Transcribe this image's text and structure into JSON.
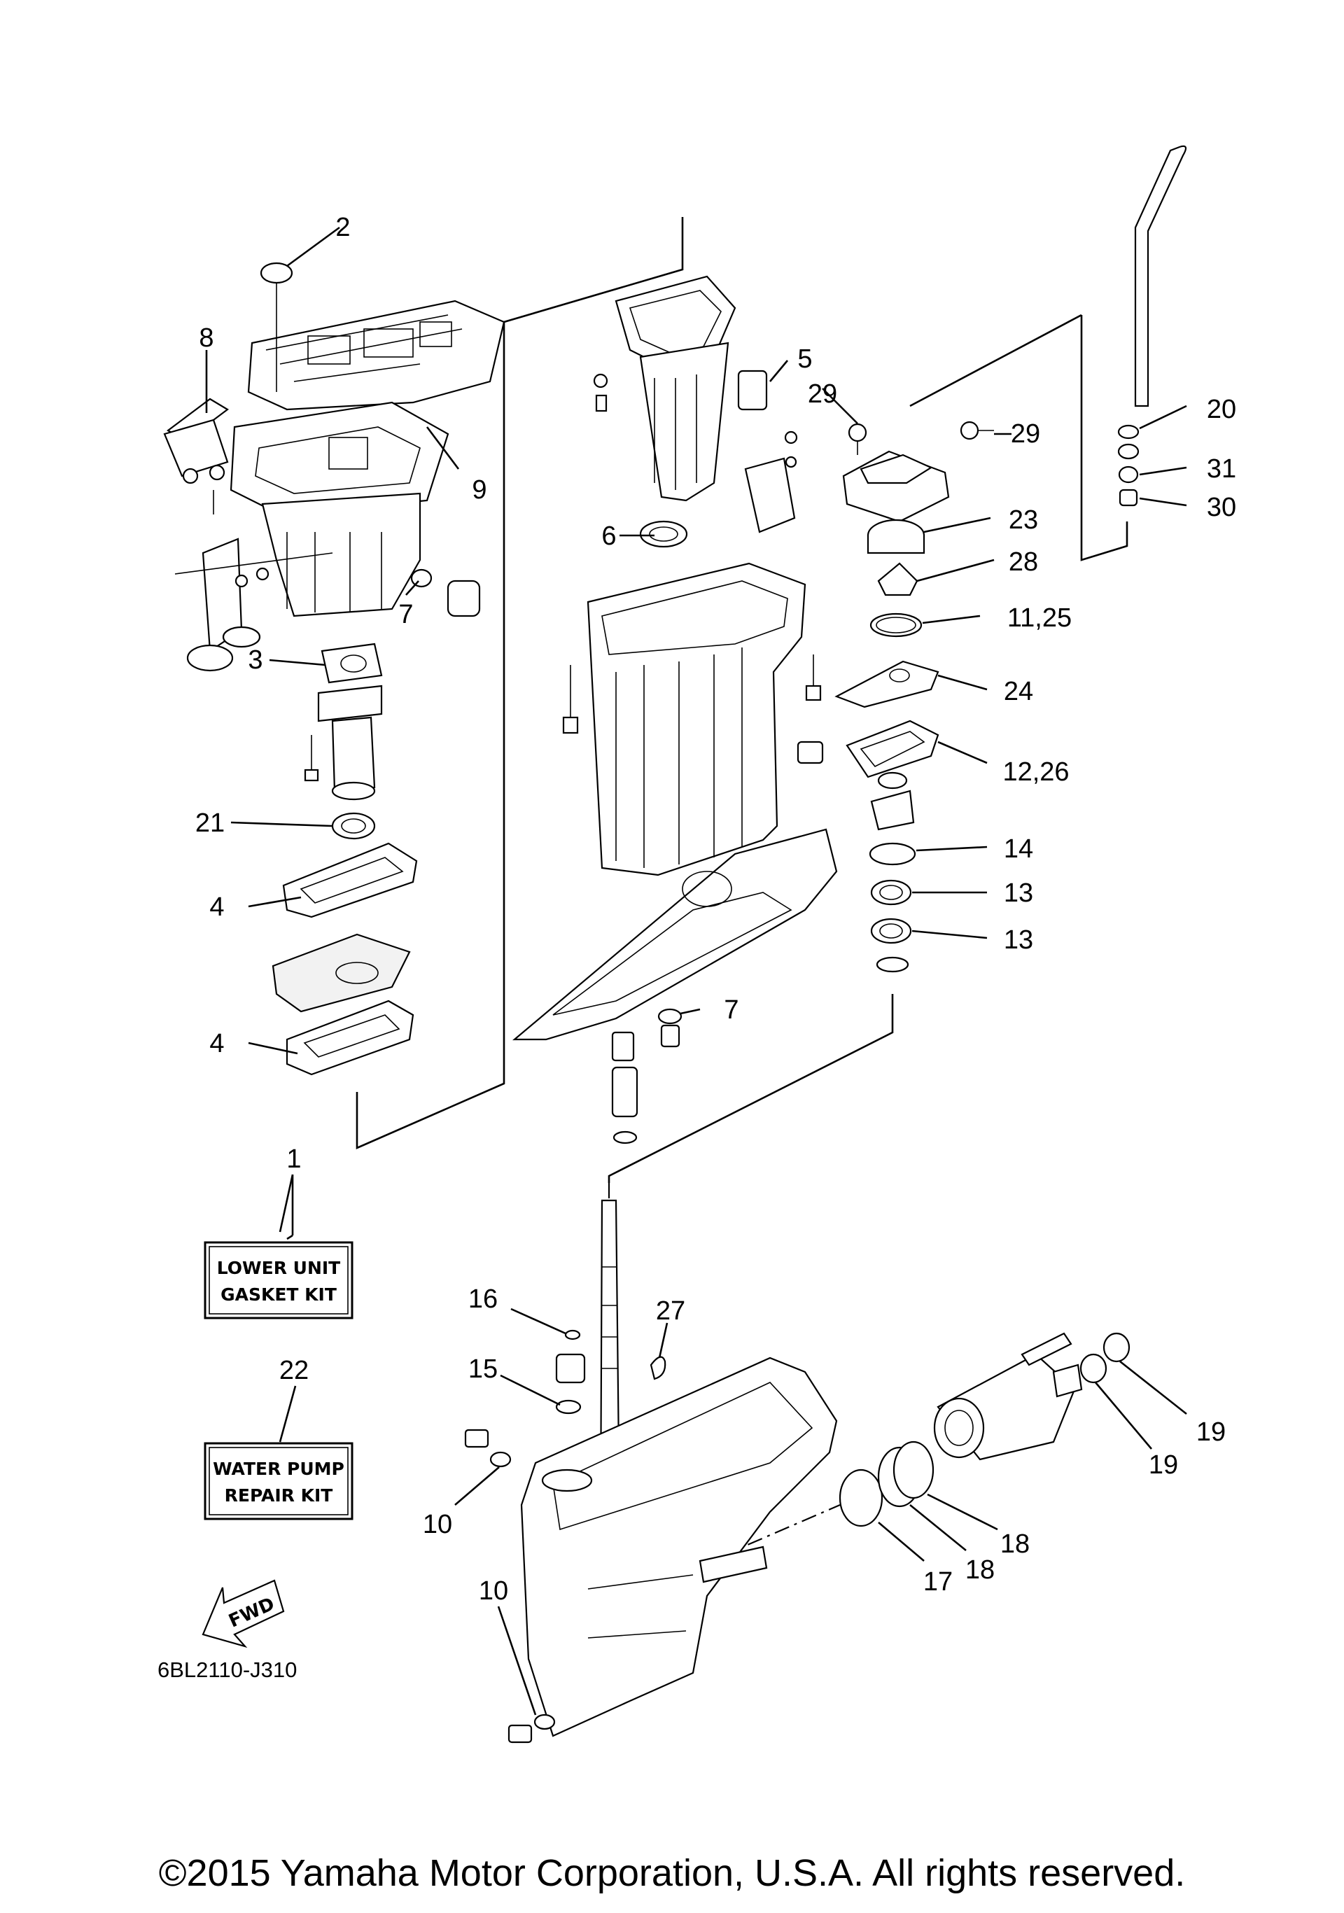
{
  "callouts": {
    "c1": "1",
    "c2": "2",
    "c3": "3",
    "c4a": "4",
    "c4b": "4",
    "c5": "5",
    "c6": "6",
    "c7a": "7",
    "c7b": "7",
    "c8": "8",
    "c9": "9",
    "c10a": "10",
    "c10b": "10",
    "c11_25": "11,25",
    "c12_26": "12,26",
    "c13a": "13",
    "c13b": "13",
    "c14": "14",
    "c15": "15",
    "c16": "16",
    "c17": "17",
    "c18a": "18",
    "c18b": "18",
    "c19a": "19",
    "c19b": "19",
    "c20": "20",
    "c21": "21",
    "c22": "22",
    "c23": "23",
    "c24": "24",
    "c27": "27",
    "c28": "28",
    "c29a": "29",
    "c29b": "29",
    "c30": "30",
    "c31": "31"
  },
  "kits": {
    "lower_unit": {
      "line1": "LOWER UNIT",
      "line2": "GASKET KIT"
    },
    "water_pump": {
      "line1": "WATER PUMP",
      "line2": "REPAIR KIT"
    }
  },
  "fwd_label": "FWD",
  "drawing_code": "6BL2110-J310",
  "copyright": "©2015 Yamaha Motor Corporation, U.S.A. All rights reserved."
}
